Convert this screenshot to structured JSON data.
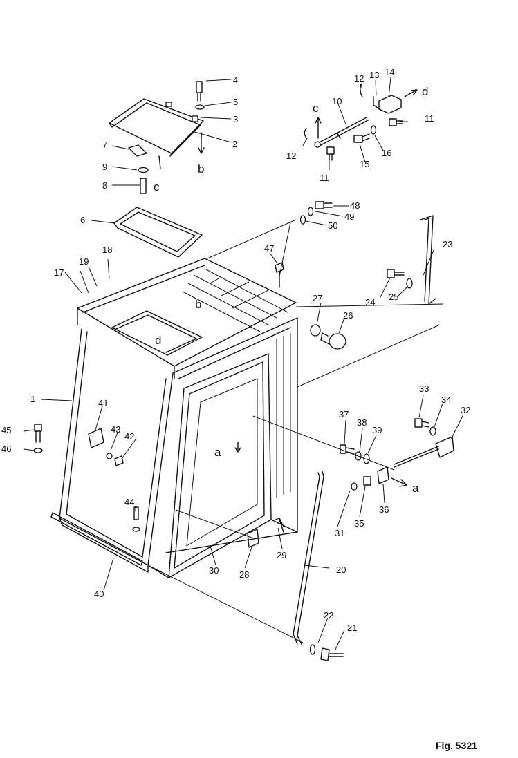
{
  "figure": {
    "caption": "Fig. 5321"
  },
  "part_labels": [
    "1",
    "2",
    "3",
    "4",
    "5",
    "6",
    "7",
    "8",
    "9",
    "10",
    "11",
    "11",
    "12",
    "12",
    "13",
    "14",
    "15",
    "16",
    "17",
    "18",
    "19",
    "20",
    "21",
    "22",
    "23",
    "24",
    "25",
    "26",
    "27",
    "28",
    "29",
    "30",
    "31",
    "32",
    "33",
    "34",
    "35",
    "36",
    "37",
    "38",
    "39",
    "40",
    "41",
    "42",
    "43",
    "44",
    "45",
    "46",
    "47",
    "48",
    "49",
    "50"
  ],
  "reference_marks": [
    "a",
    "a",
    "b",
    "b",
    "c",
    "c",
    "d",
    "d"
  ]
}
